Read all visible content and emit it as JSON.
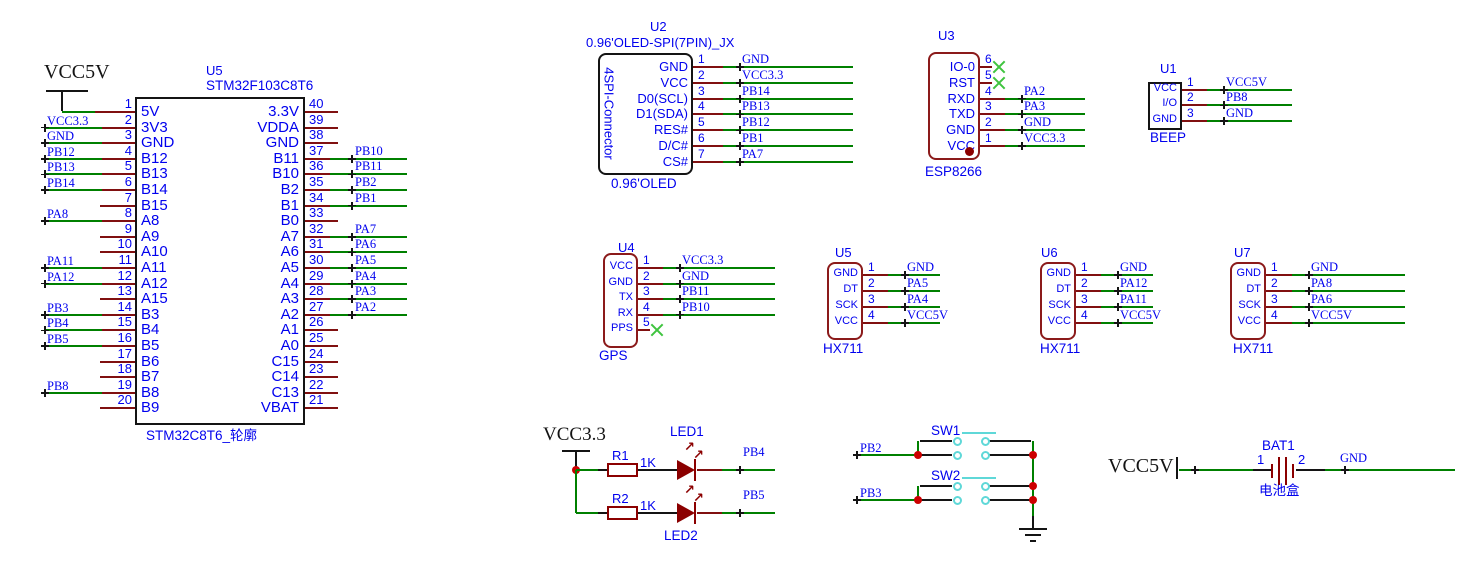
{
  "colors": {
    "wire_green": "#008000",
    "pin_red": "#801010",
    "body_red": "#8B1A1A",
    "symbol_red": "#8B0000",
    "text_blue": "#0000EE",
    "text_black": "#141414",
    "junction_red": "#CC0000",
    "no_connect_green": "#3FC43F",
    "switch_cyan": "#5FD8D8",
    "resistor_fill": "#FFFFFF"
  },
  "mcu": {
    "ref": "U5",
    "value": "STM32F103C8T6",
    "bottom_label": "STM32C8T6_轮廓",
    "power_flag": "VCC5V",
    "left_pins": [
      {
        "num": "1",
        "name": "5V",
        "net": "",
        "power": true
      },
      {
        "num": "2",
        "name": "3V3",
        "net": "VCC3.3"
      },
      {
        "num": "3",
        "name": "GND",
        "net": "GND"
      },
      {
        "num": "4",
        "name": "B12",
        "net": "PB12"
      },
      {
        "num": "5",
        "name": "B13",
        "net": "PB13"
      },
      {
        "num": "6",
        "name": "B14",
        "net": "PB14"
      },
      {
        "num": "7",
        "name": "B15",
        "net": ""
      },
      {
        "num": "8",
        "name": "A8",
        "net": "PA8"
      },
      {
        "num": "9",
        "name": "A9",
        "net": ""
      },
      {
        "num": "10",
        "name": "A10",
        "net": ""
      },
      {
        "num": "11",
        "name": "A11",
        "net": "PA11"
      },
      {
        "num": "12",
        "name": "A12",
        "net": "PA12"
      },
      {
        "num": "13",
        "name": "A15",
        "net": ""
      },
      {
        "num": "14",
        "name": "B3",
        "net": "PB3"
      },
      {
        "num": "15",
        "name": "B4",
        "net": "PB4"
      },
      {
        "num": "16",
        "name": "B5",
        "net": "PB5"
      },
      {
        "num": "17",
        "name": "B6",
        "net": ""
      },
      {
        "num": "18",
        "name": "B7",
        "net": ""
      },
      {
        "num": "19",
        "name": "B8",
        "net": "PB8"
      },
      {
        "num": "20",
        "name": "B9",
        "net": ""
      }
    ],
    "right_pins": [
      {
        "num": "40",
        "name": "3.3V",
        "net": ""
      },
      {
        "num": "39",
        "name": "VDDA",
        "net": ""
      },
      {
        "num": "38",
        "name": "GND",
        "net": ""
      },
      {
        "num": "37",
        "name": "B11",
        "net": "PB10"
      },
      {
        "num": "36",
        "name": "B10",
        "net": "PB11"
      },
      {
        "num": "35",
        "name": "B2",
        "net": "PB2"
      },
      {
        "num": "34",
        "name": "B1",
        "net": "PB1"
      },
      {
        "num": "33",
        "name": "B0",
        "net": ""
      },
      {
        "num": "32",
        "name": "A7",
        "net": "PA7"
      },
      {
        "num": "31",
        "name": "A6",
        "net": "PA6"
      },
      {
        "num": "30",
        "name": "A5",
        "net": "PA5"
      },
      {
        "num": "29",
        "name": "A4",
        "net": "PA4"
      },
      {
        "num": "28",
        "name": "A3",
        "net": "PA3"
      },
      {
        "num": "27",
        "name": "A2",
        "net": "PA2"
      },
      {
        "num": "26",
        "name": "A1",
        "net": ""
      },
      {
        "num": "25",
        "name": "A0",
        "net": ""
      },
      {
        "num": "24",
        "name": "C15",
        "net": ""
      },
      {
        "num": "23",
        "name": "C14",
        "net": ""
      },
      {
        "num": "22",
        "name": "C13",
        "net": ""
      },
      {
        "num": "21",
        "name": "VBAT",
        "net": ""
      }
    ]
  },
  "oled": {
    "ref": "U2",
    "value": "0.96'OLED-SPI(7PIN)_JX",
    "body_text": "4SPI-Connector",
    "bottom_label": "0.96'OLED",
    "pins": [
      {
        "num": "1",
        "name": "GND",
        "net": "GND"
      },
      {
        "num": "2",
        "name": "VCC",
        "net": "VCC3.3"
      },
      {
        "num": "3",
        "name": "D0(SCL)",
        "net": "PB14"
      },
      {
        "num": "4",
        "name": "D1(SDA)",
        "net": "PB13"
      },
      {
        "num": "5",
        "name": "RES#",
        "net": "PB12"
      },
      {
        "num": "6",
        "name": "D/C#",
        "net": "PB1"
      },
      {
        "num": "7",
        "name": "CS#",
        "net": "PA7"
      }
    ]
  },
  "wifi": {
    "ref": "U3",
    "bottom_label": "ESP8266",
    "pins": [
      {
        "num": "6",
        "name": "IO-0",
        "net": "",
        "nc": true
      },
      {
        "num": "5",
        "name": "RST",
        "net": "",
        "nc": true
      },
      {
        "num": "4",
        "name": "RXD",
        "net": "PA2"
      },
      {
        "num": "3",
        "name": "TXD",
        "net": "PA3"
      },
      {
        "num": "2",
        "name": "GND",
        "net": "GND"
      },
      {
        "num": "1",
        "name": "VCC",
        "net": "VCC3.3"
      }
    ]
  },
  "beep": {
    "ref": "U1",
    "bottom_label": "BEEP",
    "pins": [
      {
        "num": "1",
        "name": "VCC",
        "net": "VCC5V"
      },
      {
        "num": "2",
        "name": "I/O",
        "net": "PB8"
      },
      {
        "num": "3",
        "name": "GND",
        "net": "GND"
      }
    ]
  },
  "gps": {
    "ref": "U4",
    "bottom_label": "GPS",
    "pins": [
      {
        "num": "1",
        "name": "VCC",
        "net": "VCC3.3"
      },
      {
        "num": "2",
        "name": "GND",
        "net": "GND"
      },
      {
        "num": "3",
        "name": "TX",
        "net": "PB11"
      },
      {
        "num": "4",
        "name": "RX",
        "net": "PB10"
      },
      {
        "num": "5",
        "name": "PPS",
        "net": "",
        "nc": true
      }
    ]
  },
  "hx711_a": {
    "ref": "U5",
    "bottom_label": "HX711",
    "pins": [
      {
        "num": "1",
        "name": "GND",
        "net": "GND"
      },
      {
        "num": "2",
        "name": "DT",
        "net": "PA5"
      },
      {
        "num": "3",
        "name": "SCK",
        "net": "PA4"
      },
      {
        "num": "4",
        "name": "VCC",
        "net": "VCC5V"
      }
    ]
  },
  "hx711_b": {
    "ref": "U6",
    "bottom_label": "HX711",
    "pins": [
      {
        "num": "1",
        "name": "GND",
        "net": "GND"
      },
      {
        "num": "2",
        "name": "DT",
        "net": "PA12"
      },
      {
        "num": "3",
        "name": "SCK",
        "net": "PA11"
      },
      {
        "num": "4",
        "name": "VCC",
        "net": "VCC5V"
      }
    ]
  },
  "hx711_c": {
    "ref": "U7",
    "bottom_label": "HX711",
    "pins": [
      {
        "num": "1",
        "name": "GND",
        "net": "GND"
      },
      {
        "num": "2",
        "name": "DT",
        "net": "PA8"
      },
      {
        "num": "3",
        "name": "SCK",
        "net": "PA6"
      },
      {
        "num": "4",
        "name": "VCC",
        "net": "VCC5V"
      }
    ]
  },
  "led_circuit": {
    "power_flag": "VCC3.3",
    "rows": [
      {
        "res_ref": "R1",
        "res_value": "1K",
        "led_ref": "LED1",
        "net": "PB4"
      },
      {
        "res_ref": "R2",
        "res_value": "1K",
        "led_ref": "LED2",
        "net": "PB5"
      }
    ]
  },
  "switch_circuit": {
    "rows": [
      {
        "ref": "SW1",
        "net": "PB2"
      },
      {
        "ref": "SW2",
        "net": "PB3"
      }
    ]
  },
  "battery": {
    "ref": "BAT1",
    "power_flag": "VCC5V",
    "pin_left": "1",
    "pin_right": "2",
    "net": "GND",
    "bottom_label": "电池盒"
  }
}
